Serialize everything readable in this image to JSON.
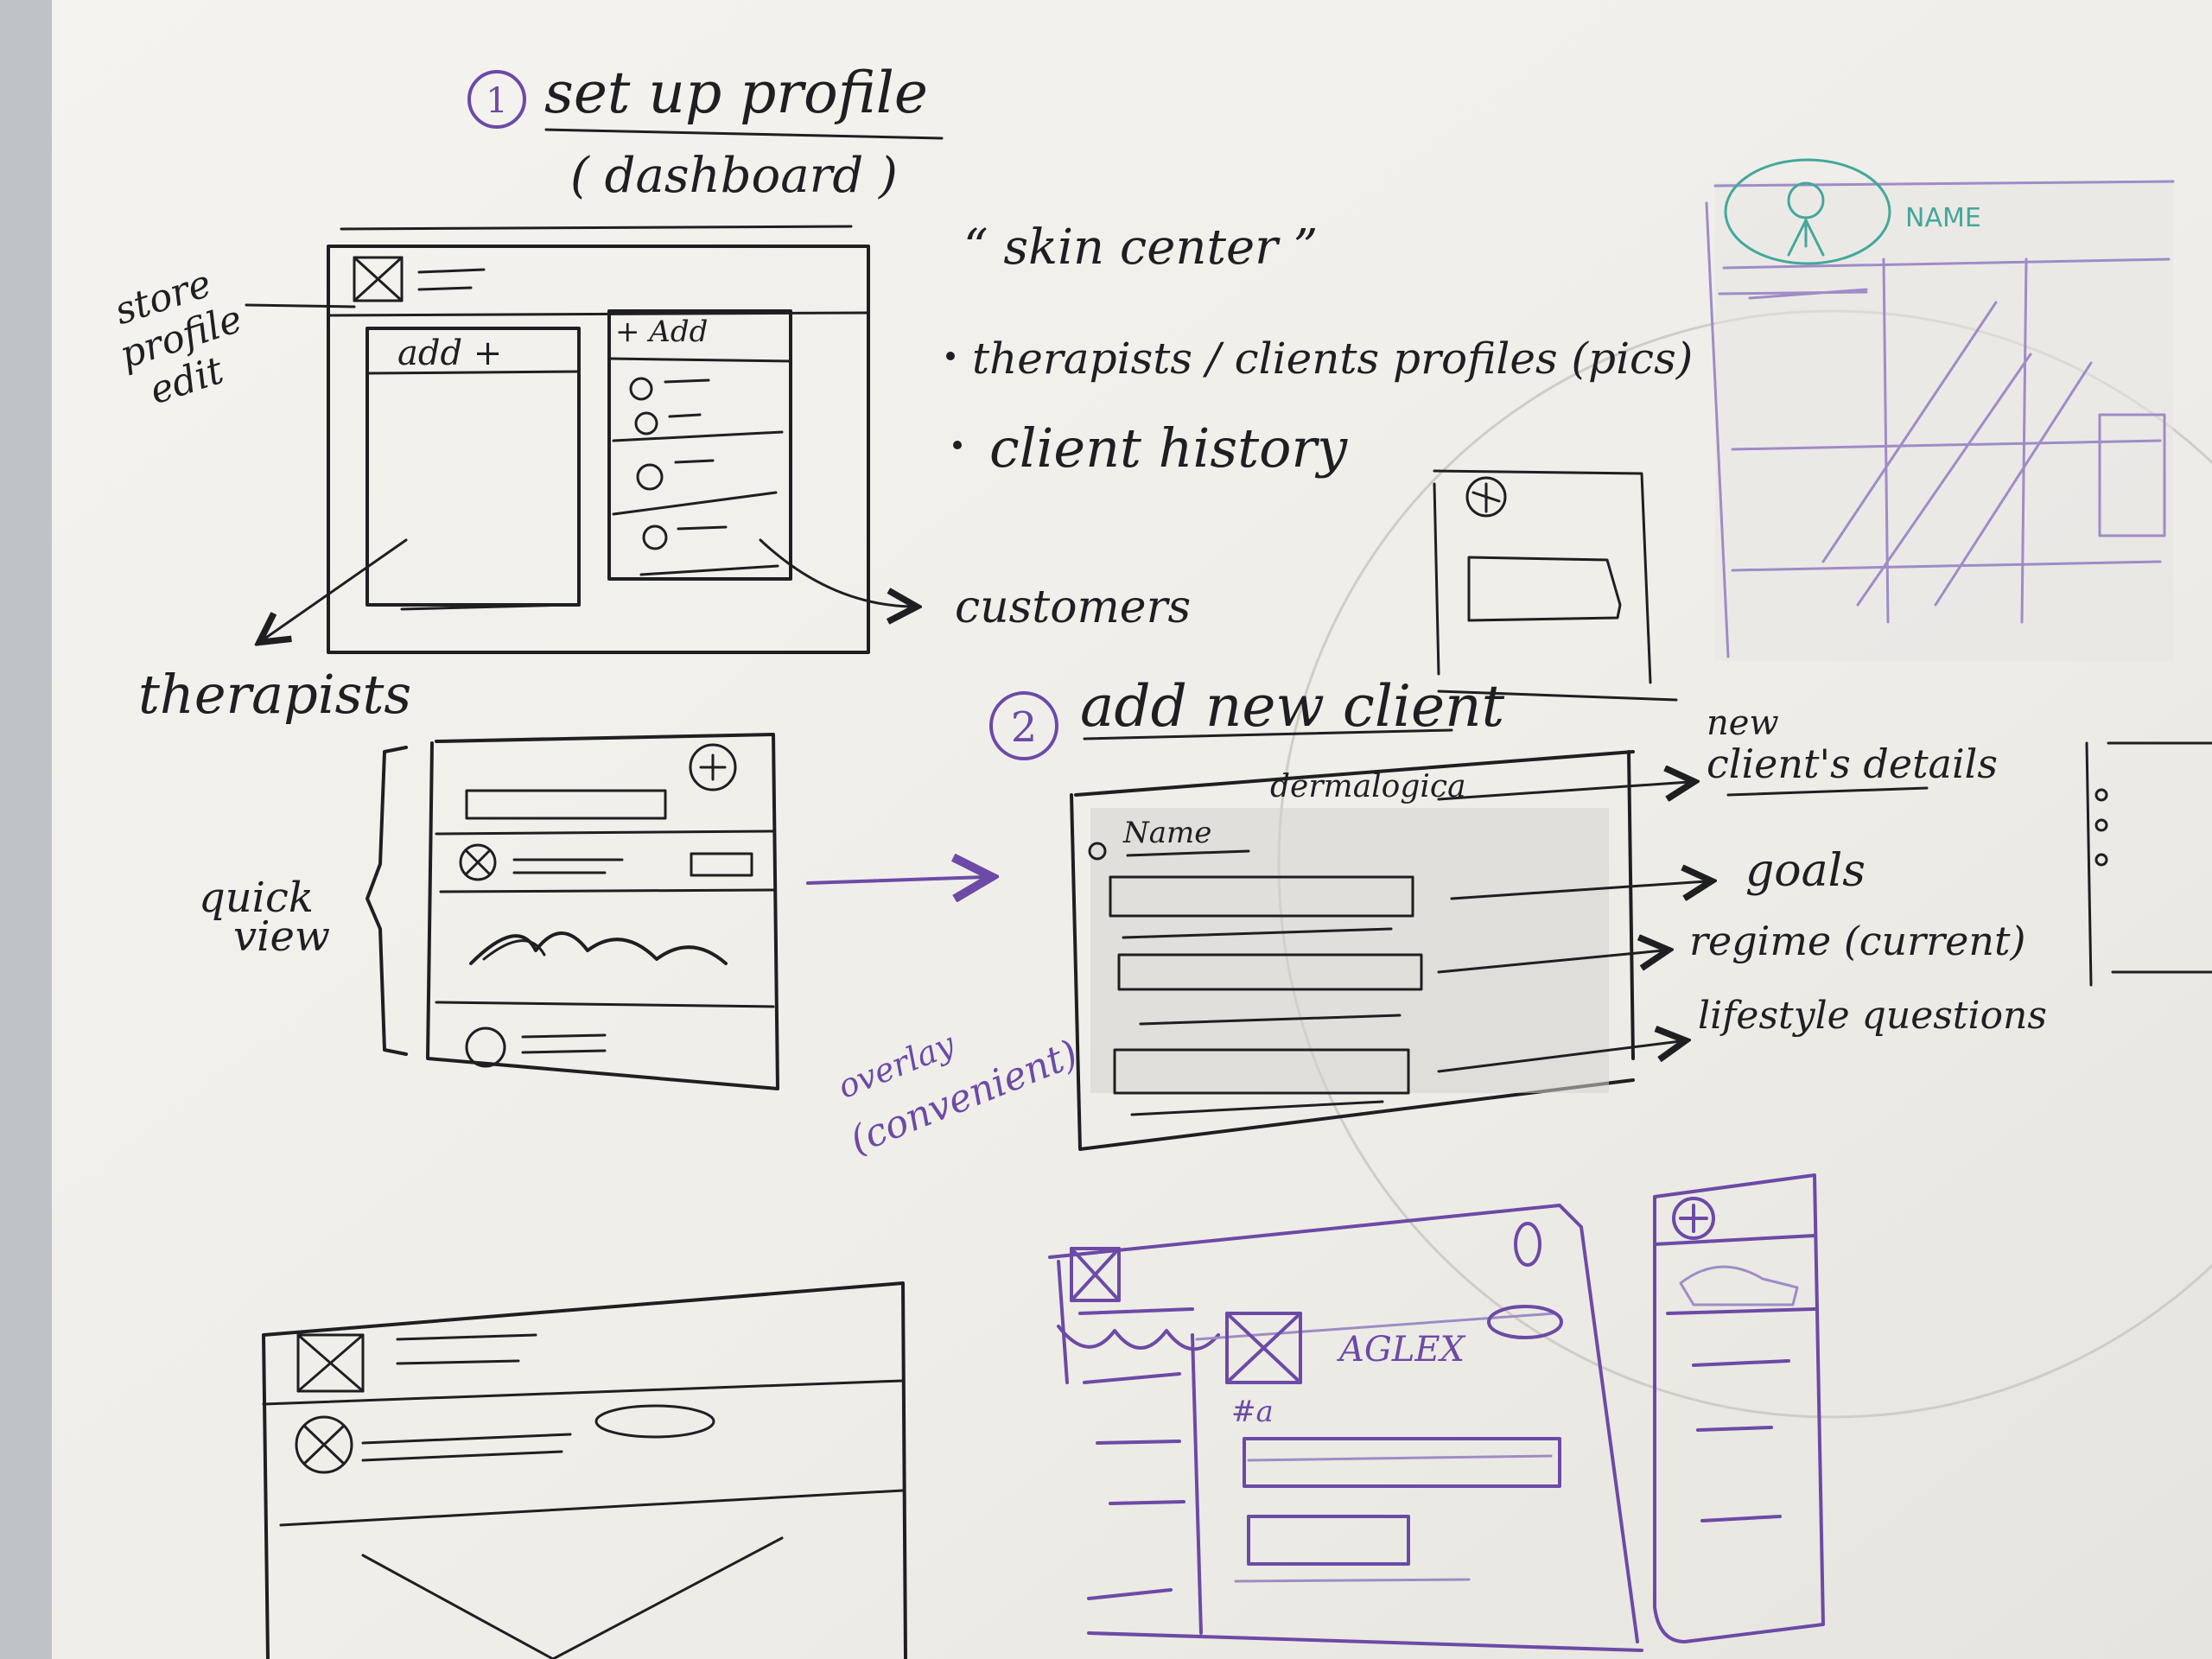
{
  "colors": {
    "marker_black": "#1f1f22",
    "marker_purple": "#6c4aa6",
    "marker_teal": "#43a89a",
    "board": "#f1efea"
  },
  "step1": {
    "number": "1",
    "title": "set up profile",
    "subtitle": "( dashboard )"
  },
  "dashboard_sketch": {
    "left_panel_label": "add +",
    "right_panel_label": "+ Add"
  },
  "notes": {
    "store_profile": [
      "store",
      "profile",
      "edit"
    ],
    "therapists": "therapists",
    "customers": "customers"
  },
  "skin_center": {
    "title": "“ skin center ”",
    "bullets": [
      "therapists / clients profiles (pics)",
      "client history"
    ]
  },
  "quick_view": {
    "label": [
      "quick",
      "view"
    ]
  },
  "step2": {
    "number": "2",
    "title": "add new client"
  },
  "client_form": {
    "brand": "dermalogica",
    "name_label": "Name",
    "callouts": [
      "new",
      "client's details",
      "goals",
      "regime (current)",
      "lifestyle questions"
    ]
  },
  "overlay_note": {
    "line1": "overlay",
    "line2": "(convenient)"
  },
  "profile_sketch": {
    "name_label": "NAME"
  },
  "purple_sketch": {
    "header_label": "AGLEX",
    "field_label": "#a"
  }
}
